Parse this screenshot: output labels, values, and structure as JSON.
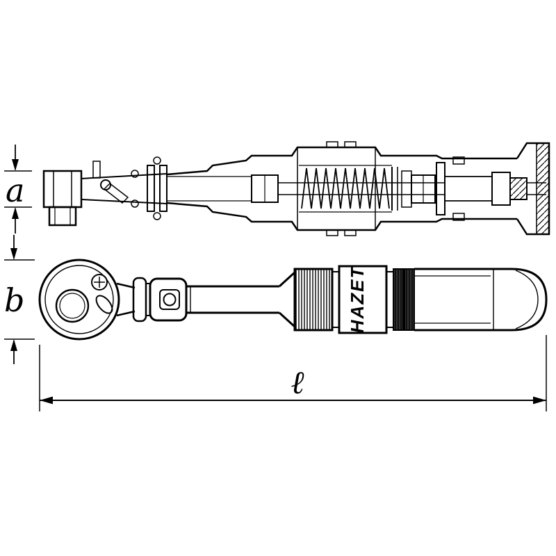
{
  "drawing": {
    "type": "technical-drawing",
    "subject": "torque wrench - sectional view (top) and side view (bottom)",
    "brand": "HAZET",
    "labels": {
      "a": "a",
      "b": "b",
      "l": "ℓ"
    },
    "colors": {
      "line": "#000000",
      "background": "#ffffff",
      "dark_band": "#111111"
    }
  }
}
